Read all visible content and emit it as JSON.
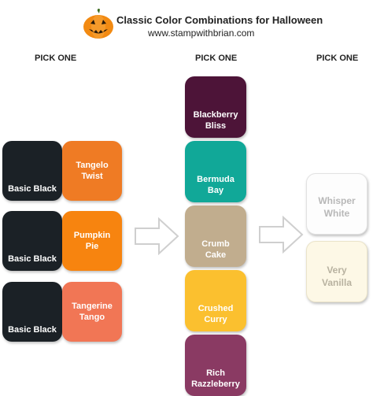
{
  "header": {
    "title": "Classic Color Combinations for Halloween",
    "url": "www.stampwithbrian.com",
    "logo_icon": "jack-o-lantern-icon"
  },
  "columns": {
    "left_label": "PICK ONE",
    "middle_label": "PICK ONE",
    "right_label": "PICK ONE"
  },
  "left_pairs": [
    {
      "dark": {
        "name": "Basic Black",
        "color": "#1b2126"
      },
      "accent": {
        "name": "Tangelo Twist",
        "line1": "Tangelo",
        "line2": "Twist",
        "color": "#ef7b24"
      }
    },
    {
      "dark": {
        "name": "Basic Black",
        "color": "#1b2126"
      },
      "accent": {
        "name": "Pumpkin Pie",
        "line1": "Pumpkin",
        "line2": "Pie",
        "color": "#f7840f"
      }
    },
    {
      "dark": {
        "name": "Basic Black",
        "color": "#1b2126"
      },
      "accent": {
        "name": "Tangerine Tango",
        "line1": "Tangerine",
        "line2": "Tango",
        "color": "#f17655"
      }
    }
  ],
  "middle": [
    {
      "line1": "Blackberry",
      "line2": "Bliss",
      "color": "#4d1438"
    },
    {
      "line1": "Bermuda",
      "line2": "Bay",
      "color": "#11a898"
    },
    {
      "line1": "Crumb",
      "line2": "Cake",
      "color": "#c1ad8e"
    },
    {
      "line1": "Crushed",
      "line2": "Curry",
      "color": "#fbc02f"
    },
    {
      "line1": "Rich",
      "line2": "Razzleberry",
      "color": "#8a3a63"
    }
  ],
  "right": [
    {
      "line1": "Whisper",
      "line2": "White",
      "color": "#fdfdfd"
    },
    {
      "line1": "Very",
      "line2": "Vanilla",
      "color": "#fdf8e6"
    }
  ]
}
